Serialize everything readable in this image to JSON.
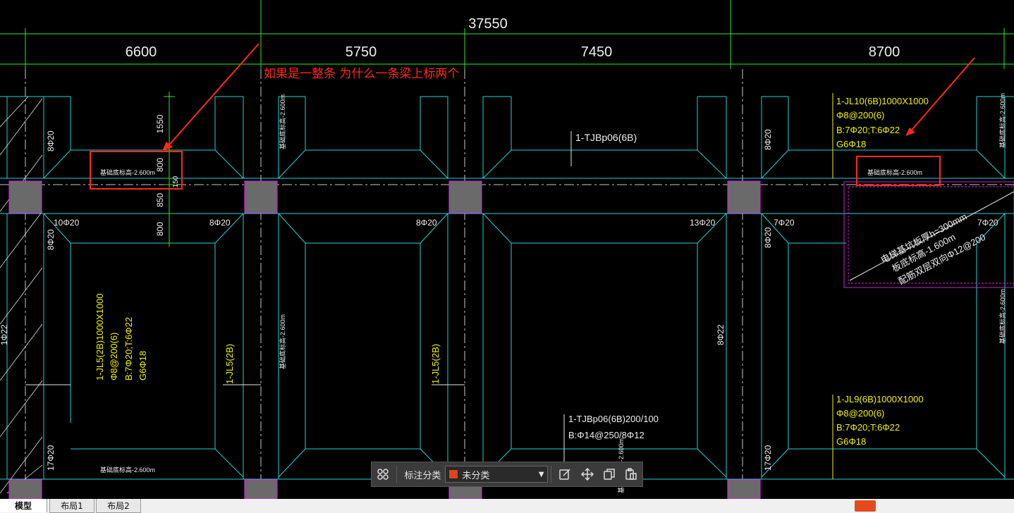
{
  "dimensions": {
    "total": "37550",
    "spans": [
      "6600",
      "5750",
      "7450",
      "8700"
    ],
    "vertical": [
      "1550",
      "800",
      "150",
      "850",
      "800"
    ]
  },
  "comment": "如果是一整条 为什么一条梁上标两个",
  "elevation_label": "基础底标高-2.600m",
  "beams": {
    "jl10": [
      "1-JL10(6B)1000X1000",
      "Φ8@200(6)",
      "B:7Φ20;T:6Φ22",
      "G6Φ18"
    ],
    "jl9": [
      "1-JL9(6B)1000X1000",
      "Φ8@200(6)",
      "B:7Φ20;T:6Φ22",
      "G6Φ18"
    ],
    "jl5_full": [
      "1-JL5(2B)1000X1000",
      "Φ8@200(6)",
      "B:7Φ20;T:6Φ22",
      "G6Φ18"
    ],
    "jl5_short": "1-JL5(2B)",
    "tjb_top": "1-TJBp06(6B)",
    "tjb_bottom": [
      "1-TJBp06(6B)200/100",
      "B:Φ14@250/8Φ12"
    ]
  },
  "rebar": {
    "r8_20": "8Φ20",
    "r10_20": "10Φ20",
    "r13_20": "13Φ20",
    "r7_20": "7Φ20",
    "r17_20": "17Φ20",
    "r8_22": "8Φ22",
    "r1_22": "1Φ22"
  },
  "pit_note": [
    "电梯基坑板厚h=300mm",
    "板底标高-1.600m",
    "配筋双层双向Φ12@200"
  ],
  "toolbar": {
    "label": "标注分类",
    "selected": "未分类",
    "selected_color": "#e0451a"
  },
  "tabs": [
    "模型",
    "布局1",
    "布局2"
  ]
}
